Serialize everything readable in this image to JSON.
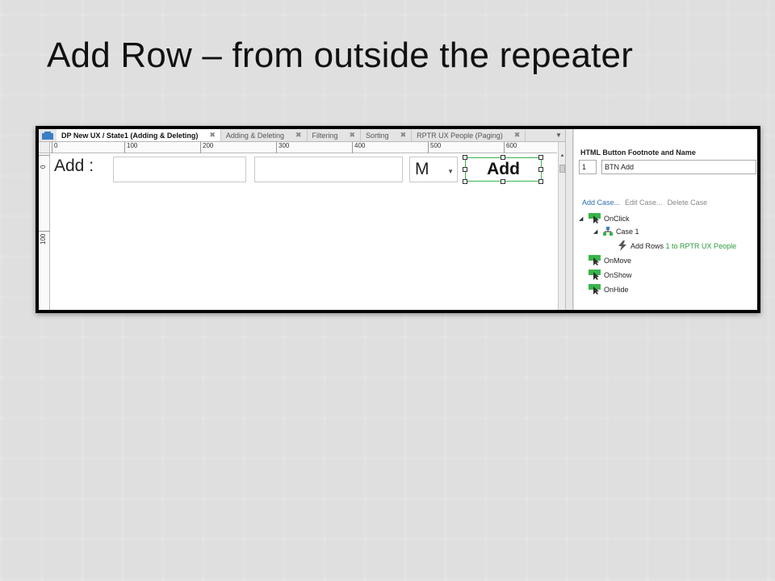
{
  "slide": {
    "title": "Add Row – from outside the repeater"
  },
  "tabs": [
    {
      "label": "DP New UX / State1 (Adding & Deleting)",
      "active": true,
      "close": "✖"
    },
    {
      "label": "Adding & Deleting",
      "active": false,
      "close": "✖"
    },
    {
      "label": "Filtering",
      "active": false,
      "close": "✖"
    },
    {
      "label": "Sorting",
      "active": false,
      "close": "✖"
    },
    {
      "label": "RPTR UX People (Paging)",
      "active": false,
      "close": "✖"
    }
  ],
  "ruler": {
    "top": [
      "0",
      "100",
      "200",
      "300",
      "400",
      "500",
      "600"
    ],
    "left": [
      "0",
      "100"
    ]
  },
  "canvas": {
    "add_label": "Add :",
    "select_value": "M",
    "add_button": "Add"
  },
  "panel": {
    "title": "HTML Button Footnote and Name",
    "footnote": "1",
    "name": "BTN Add",
    "links": {
      "add_case": "Add Case...",
      "edit_case": "Edit Case...",
      "delete_case": "Delete Case"
    },
    "events": {
      "onclick": "OnClick",
      "case1": "Case 1",
      "action_prefix": "Add Rows",
      "action_target": "1 to RPTR UX People",
      "onmove": "OnMove",
      "onshow": "OnShow",
      "onhide": "OnHide"
    }
  },
  "colors": {
    "accent_green": "#39b54a",
    "link_blue": "#2a6fb0"
  }
}
